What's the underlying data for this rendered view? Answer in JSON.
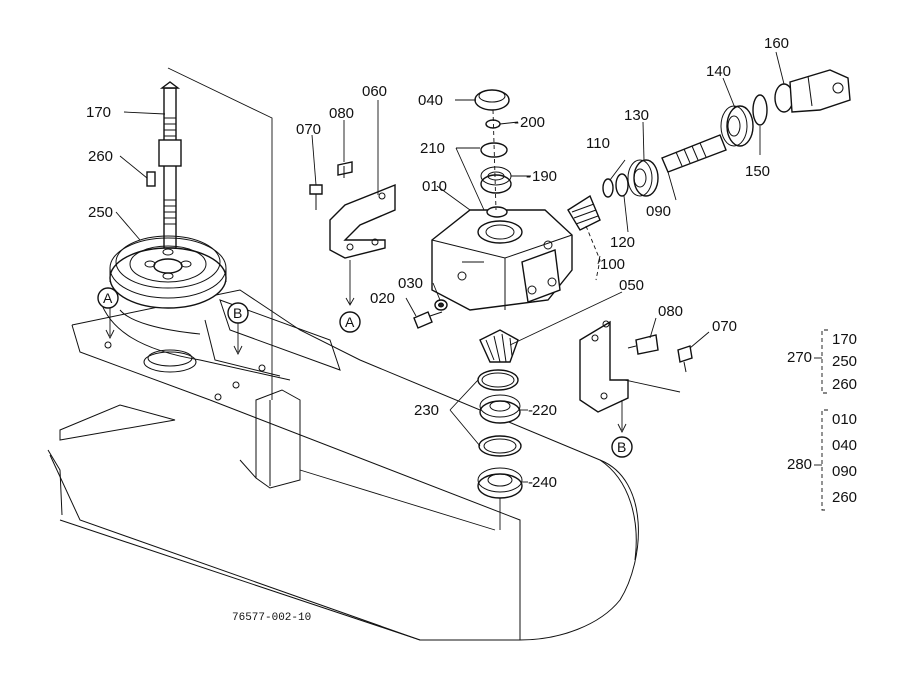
{
  "callouts": {
    "p010": "010",
    "p020": "020",
    "p030": "030",
    "p040": "040",
    "p050": "050",
    "p060": "060",
    "p070a": "070",
    "p070b": "070",
    "p080a": "080",
    "p080b": "080",
    "p090": "090",
    "p100": "100",
    "p110": "110",
    "p120": "120",
    "p130": "130",
    "p140": "140",
    "p150": "150",
    "p160": "160",
    "p170": "170",
    "p190": "190",
    "p200": "200",
    "p210": "210",
    "p220": "220",
    "p230": "230",
    "p240": "240",
    "p250": "250",
    "p260": "260"
  },
  "refs": {
    "a1": "A",
    "a2": "A",
    "b1": "B",
    "b2": "B"
  },
  "groups": {
    "g270": {
      "label": "270",
      "items": [
        "170",
        "250",
        "260"
      ]
    },
    "g280": {
      "label": "280",
      "items": [
        "010",
        "040",
        "090",
        "260"
      ]
    }
  },
  "drawing_number": "76577-002-10"
}
